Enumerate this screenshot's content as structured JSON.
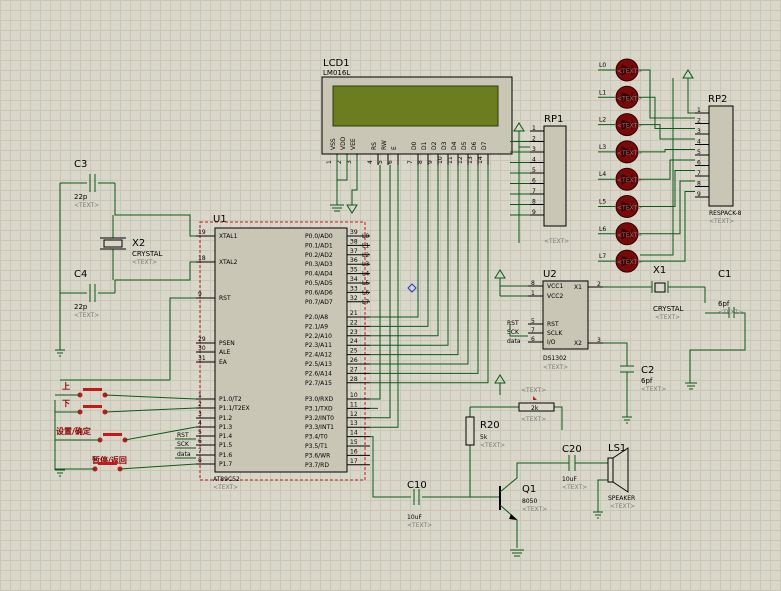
{
  "colors": {
    "background": "#d9d7c9",
    "grid": "#c9c6b6",
    "wire": "#0a5a1a",
    "component": "#c9c6b6",
    "lcd_screen": "#6b7d1f",
    "led": "#7a0a0a",
    "red_pin": "#c21a1a"
  },
  "text_placeholder": "<TEXT>",
  "lcd": {
    "ref": "LCD1",
    "model": "LM016L",
    "pins": [
      "VSS",
      "VDD",
      "VEE",
      "RS",
      "RW",
      "E",
      "D0",
      "D1",
      "D2",
      "D3",
      "D4",
      "D5",
      "D6",
      "D7"
    ],
    "pin_numbers": [
      "1",
      "2",
      "3",
      "4",
      "5",
      "6",
      "7",
      "8",
      "9",
      "10",
      "11",
      "12",
      "13",
      "14"
    ]
  },
  "mcu": {
    "ref": "U1",
    "model": "AT89C52",
    "left_pins": [
      {
        "num": "19",
        "name": "XTAL1"
      },
      {
        "num": "18",
        "name": "XTAL2"
      },
      {
        "num": "9",
        "name": "RST"
      },
      {
        "num": "29",
        "name": "PSEN"
      },
      {
        "num": "30",
        "name": "ALE"
      },
      {
        "num": "31",
        "name": "EA"
      },
      {
        "num": "1",
        "name": "P1.0/T2"
      },
      {
        "num": "2",
        "name": "P1.1/T2EX"
      },
      {
        "num": "3",
        "name": "P1.2"
      },
      {
        "num": "4",
        "name": "P1.3"
      },
      {
        "num": "5",
        "name": "P1.4"
      },
      {
        "num": "6",
        "name": "P1.5"
      },
      {
        "num": "7",
        "name": "P1.6"
      },
      {
        "num": "8",
        "name": "P1.7"
      }
    ],
    "right_pins": [
      {
        "num": "39",
        "name": "P0.0/AD0",
        "net": "L0"
      },
      {
        "num": "38",
        "name": "P0.1/AD1",
        "net": "L1"
      },
      {
        "num": "37",
        "name": "P0.2/AD2",
        "net": "L2"
      },
      {
        "num": "36",
        "name": "P0.3/AD3",
        "net": "L3"
      },
      {
        "num": "35",
        "name": "P0.4/AD4",
        "net": "L4"
      },
      {
        "num": "34",
        "name": "P0.5/AD5",
        "net": "L5"
      },
      {
        "num": "33",
        "name": "P0.6/AD6",
        "net": "L6"
      },
      {
        "num": "32",
        "name": "P0.7/AD7",
        "net": "L7"
      },
      {
        "num": "21",
        "name": "P2.0/A8",
        "net": ""
      },
      {
        "num": "22",
        "name": "P2.1/A9",
        "net": ""
      },
      {
        "num": "23",
        "name": "P2.2/A10",
        "net": ""
      },
      {
        "num": "24",
        "name": "P2.3/A11",
        "net": ""
      },
      {
        "num": "25",
        "name": "P2.4/A12",
        "net": ""
      },
      {
        "num": "26",
        "name": "P2.5/A13",
        "net": ""
      },
      {
        "num": "27",
        "name": "P2.6/A14",
        "net": ""
      },
      {
        "num": "28",
        "name": "P2.7/A15",
        "net": ""
      },
      {
        "num": "10",
        "name": "P3.0/RXD",
        "net": ""
      },
      {
        "num": "11",
        "name": "P3.1/TXD",
        "net": ""
      },
      {
        "num": "12",
        "name": "P3.2/INT0",
        "net": ""
      },
      {
        "num": "13",
        "name": "P3.3/INT1",
        "net": ""
      },
      {
        "num": "14",
        "name": "P3.4/T0",
        "net": ""
      },
      {
        "num": "15",
        "name": "P3.5/T1",
        "net": ""
      },
      {
        "num": "16",
        "name": "P3.6/WR",
        "net": ""
      },
      {
        "num": "17",
        "name": "P3.7/RD",
        "net": ""
      }
    ],
    "p1_nets": [
      "RST",
      "SCK",
      "data"
    ]
  },
  "c3": {
    "ref": "C3",
    "value": "22p"
  },
  "c4": {
    "ref": "C4",
    "value": "22p"
  },
  "x2": {
    "ref": "X2",
    "value": "CRYSTAL"
  },
  "rp1": {
    "ref": "RP1",
    "pins": [
      "1",
      "2",
      "3",
      "4",
      "5",
      "6",
      "7",
      "8",
      "9"
    ]
  },
  "rp2": {
    "ref": "RP2",
    "model": "RESPACK-8",
    "pins": [
      "1",
      "2",
      "3",
      "4",
      "5",
      "6",
      "7",
      "8",
      "9"
    ]
  },
  "leds": [
    "L0",
    "L1",
    "L2",
    "L3",
    "L4",
    "L5",
    "L6",
    "L7"
  ],
  "u2": {
    "ref": "U2",
    "model": "DS1302",
    "pins": [
      {
        "num": "8",
        "name": "VCC1"
      },
      {
        "num": "1",
        "name": "VCC2"
      },
      {
        "num": "5",
        "name": "RST"
      },
      {
        "num": "7",
        "name": "SCLK"
      },
      {
        "num": "6",
        "name": "I/O"
      }
    ],
    "right_pins": [
      {
        "num": "2",
        "name": "X1"
      },
      {
        "num": "3",
        "name": "X2"
      }
    ],
    "nets": [
      "RST",
      "SCK",
      "data"
    ]
  },
  "x1": {
    "ref": "X1",
    "value": "CRYSTAL"
  },
  "c1": {
    "ref": "C1",
    "value": "6pf"
  },
  "c2": {
    "ref": "C2",
    "value": "6pf"
  },
  "r20": {
    "ref": "R20",
    "value": "5k"
  },
  "rv": {
    "value": "2k"
  },
  "c10": {
    "ref": "C10",
    "value": "10uF"
  },
  "c20": {
    "ref": "C20",
    "value": "10uF"
  },
  "q1": {
    "ref": "Q1",
    "model": "8050"
  },
  "ls1": {
    "ref": "LS1",
    "model": "SPEAKER"
  },
  "buttons": [
    "上",
    "下",
    "设置/确定",
    "暂停/返回"
  ]
}
